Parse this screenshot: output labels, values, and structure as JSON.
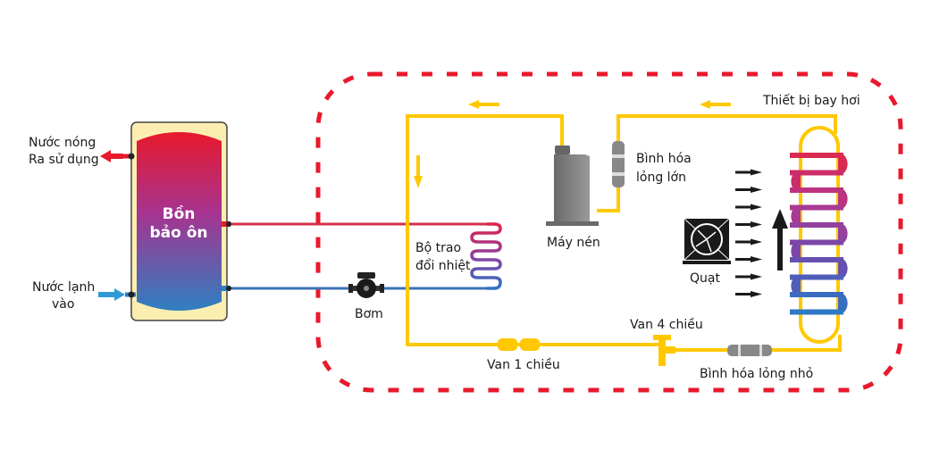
{
  "diagram": {
    "title": "Heat pump water heater system diagram",
    "tank": {
      "label_line1": "Bồn",
      "label_line2": "bảo ôn"
    },
    "hot_water_out": {
      "line1": "Nước nóng",
      "line2": "Ra sử dụng"
    },
    "cold_water_in": {
      "line1": "Nước lạnh",
      "line2": "vào"
    },
    "pump": {
      "label": "Bơm"
    },
    "heat_exchanger": {
      "line1": "Bộ trao",
      "line2": "đổi nhiệt"
    },
    "compressor": {
      "label": "Máy nén"
    },
    "large_receiver": {
      "line1": "Bình hóa",
      "line2": "lỏng lớn"
    },
    "evaporator": {
      "label": "Thiết bị bay hơi"
    },
    "fan": {
      "label": "Quạt"
    },
    "four_way_valve": {
      "label": "Van 4 chiều"
    },
    "check_valve": {
      "label": "Van 1 chiều"
    },
    "small_receiver": {
      "label": "Bình hóa lỏng nhỏ"
    },
    "colors": {
      "refrigerant_pipe": "#ffc800",
      "hot": "#e8192c",
      "cold": "#2f7fc1",
      "boundary": "#e8192c",
      "insulation": "#fbeeb0",
      "component_gray": "#7a7a7a",
      "airflow": "#1a1a1a"
    }
  }
}
